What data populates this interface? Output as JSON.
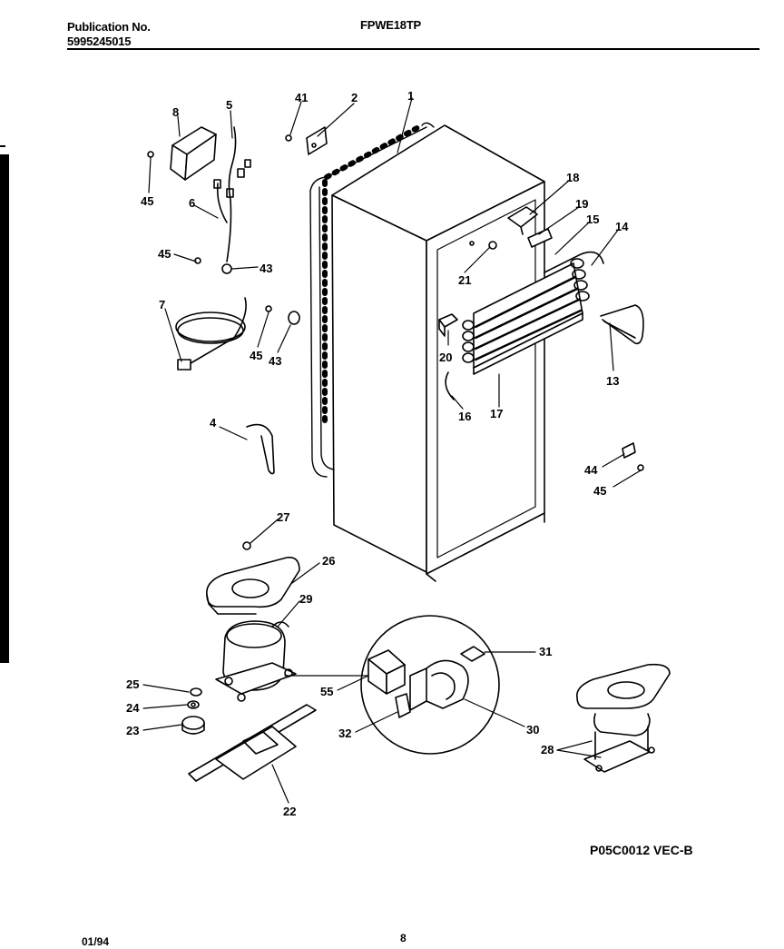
{
  "header": {
    "publication_label": "Publication No.",
    "publication_number": "5995245015",
    "model": "FPWE18TP"
  },
  "diagram_code": "P05C0012 VEC-B",
  "footer": {
    "date": "01/94",
    "page": "8"
  },
  "callouts": [
    "1",
    "2",
    "41",
    "5",
    "6",
    "8",
    "45",
    "45",
    "43",
    "7",
    "45",
    "43",
    "4",
    "18",
    "19",
    "15",
    "14",
    "21",
    "20",
    "16",
    "17",
    "13",
    "44",
    "45",
    "27",
    "26",
    "29",
    "25",
    "24",
    "23",
    "55",
    "31",
    "32",
    "30",
    "22",
    "28"
  ]
}
